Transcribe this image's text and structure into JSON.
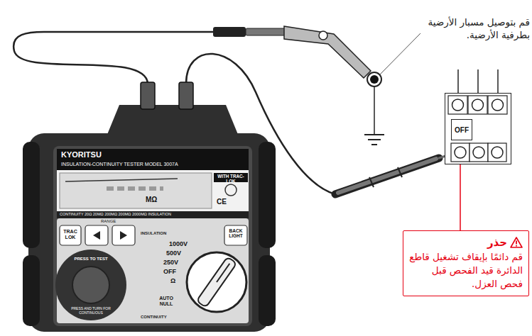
{
  "diagram": {
    "nodes": [
      {
        "text": [
          "OFF"
        ]
      },
      {
        "text": [
          "حذر",
          "قم دائمًا بإيقاف تشغيل قاطع الدائرة قيد الفحص قبل فحص العزل."
        ]
      }
    ],
    "edges": [
      {
        "from": 1,
        "to": 0,
        "arrow": "none"
      }
    ],
    "labels": [
      "قم بتوصيل مسبار الأرضية بطرفية الأرضية.",
      "KYORITSU",
      "INSULATION-CONTINUITY TESTER MODEL 3007A",
      "WITH TRAC-LOK",
      "MΩ",
      "CE",
      "CONTINUITY 20Ω 20MΩ 200MΩ 200MΩ 2000MΩ INSULATION",
      "TRAC LOK",
      "RANGE",
      "BACK LIGHT",
      "PRESS TO TEST",
      "PRESS AND TURN FOR CONTINUOUS",
      "INSULATION",
      "1000V",
      "500V",
      "250V",
      "OFF",
      "Ω",
      "AUTO NULL",
      "CONTINUITY"
    ]
  }
}
